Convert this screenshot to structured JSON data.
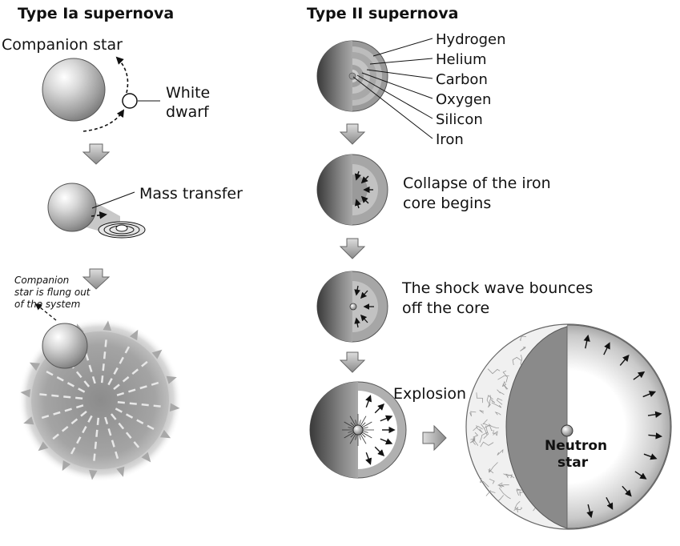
{
  "type_ia": {
    "title": "Type Ia supernova",
    "companion_star": "Companion star",
    "white_dwarf_line1": "White",
    "white_dwarf_line2": "dwarf",
    "mass_transfer": "Mass transfer",
    "flung_line1": "Companion",
    "flung_line2": "star is flung out",
    "flung_line3": "of the system"
  },
  "type_ii": {
    "title": "Type II supernova",
    "layers": [
      "Hydrogen",
      "Helium",
      "Carbon",
      "Oxygen",
      "Silicon",
      "Iron"
    ],
    "collapse_line1": "Collapse of the iron",
    "collapse_line2": "core begins",
    "shock_line1": "The shock wave bounces",
    "shock_line2": "off the core",
    "explosion": "Explosion",
    "neutron_line1": "Neutron",
    "neutron_line2": "star"
  }
}
